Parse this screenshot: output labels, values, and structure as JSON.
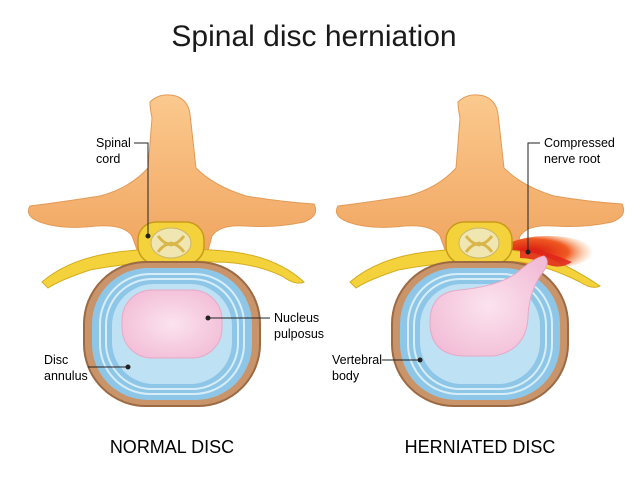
{
  "title": "Spinal disc herniation",
  "panels": [
    {
      "caption": "NORMAL DISC"
    },
    {
      "caption": "HERNIATED DISC"
    }
  ],
  "labels": {
    "spinal_cord": [
      "Spinal",
      "cord"
    ],
    "nucleus_pulposus": [
      "Nucleus",
      "pulposus"
    ],
    "disc_annulus": [
      "Disc",
      "annulus"
    ],
    "compressed_nerve_root": [
      "Compressed",
      "nerve root"
    ],
    "vertebral_body": [
      "Vertebral",
      "body"
    ]
  },
  "colors": {
    "bone": "#f7b877",
    "bone_shade": "#e89a55",
    "annulus_outer": "#8ec6e8",
    "annulus_ring": "#d7eef9",
    "nucleus": "#f6cce0",
    "nerve": "#f3d23c",
    "compression": "#e0241b",
    "body_rim": "#b9855a"
  }
}
